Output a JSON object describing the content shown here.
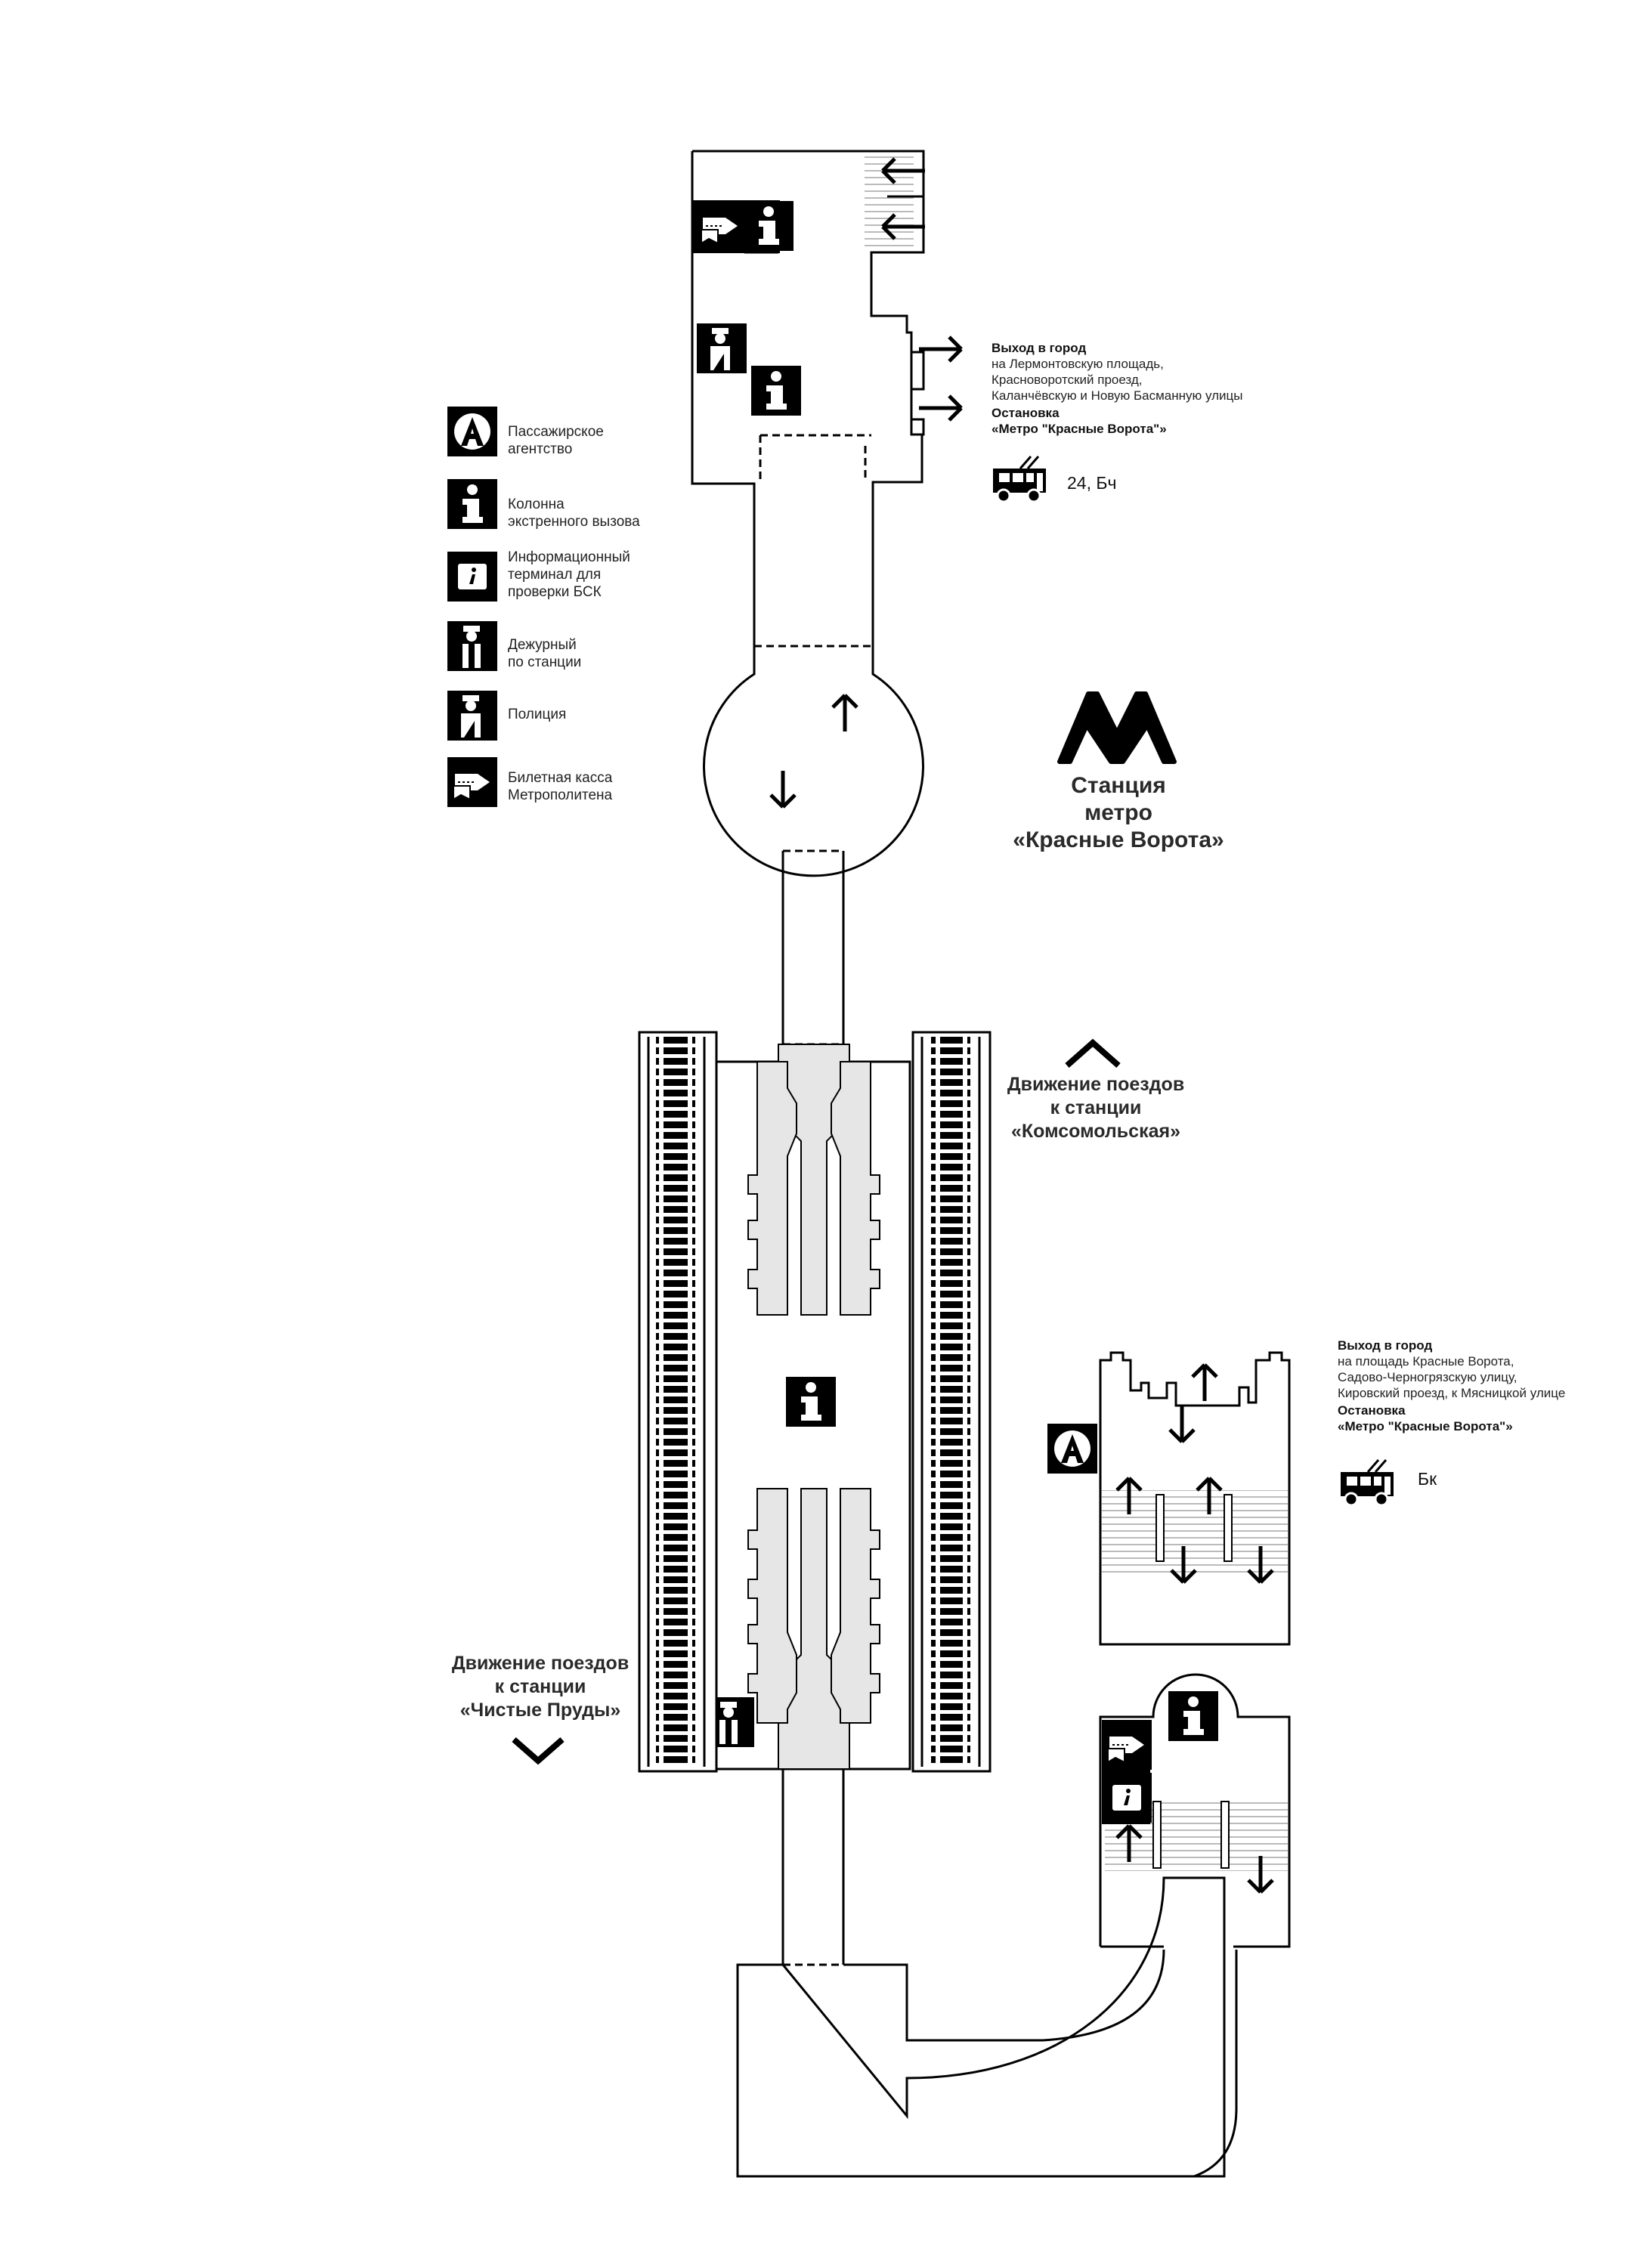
{
  "legend": [
    {
      "icon": "passenger-agency-icon",
      "label": "Пассажирское\nагентство"
    },
    {
      "icon": "emergency-call-icon",
      "label": "Колонна\nэкстренного вызова"
    },
    {
      "icon": "info-terminal-icon",
      "label": "Информационный\nтерминал для\nпроверки БСК"
    },
    {
      "icon": "station-attendant-icon",
      "label": "Дежурный\nпо станции"
    },
    {
      "icon": "police-icon",
      "label": "Полиция"
    },
    {
      "icon": "ticket-office-icon",
      "label": "Билетная касса\nМетрополитена"
    }
  ],
  "exit_north": {
    "title": "Выход в город",
    "text": "на Лермонтовскую площадь,\nКрасноворотский проезд,\nКаланчёвскую и Новую Басманную улицы",
    "stop_title": "Остановка",
    "stop_name": "«Метро \"Красные Ворота\"»",
    "routes": "24, Бч"
  },
  "exit_south": {
    "title": "Выход в город",
    "text": "на площадь Красные Ворота,\nСадово-Черногрязскую улицу,\nКировский проезд, к Мясницкой улице",
    "stop_title": "Остановка",
    "stop_name": "«Метро \"Красные Ворота\"»",
    "routes": "Бк"
  },
  "station": {
    "label": "Станция\nметро\n«Красные Ворота»",
    "logo": "metro-m-logo"
  },
  "directions": {
    "north": "Движение поездов\nк станции\n«Комсомольская»",
    "south": "Движение поездов\nк станции\n«Чистые Пруды»"
  },
  "colors": {
    "ink": "#000000",
    "platform_fill": "#e6e6e6",
    "background": "#ffffff"
  }
}
